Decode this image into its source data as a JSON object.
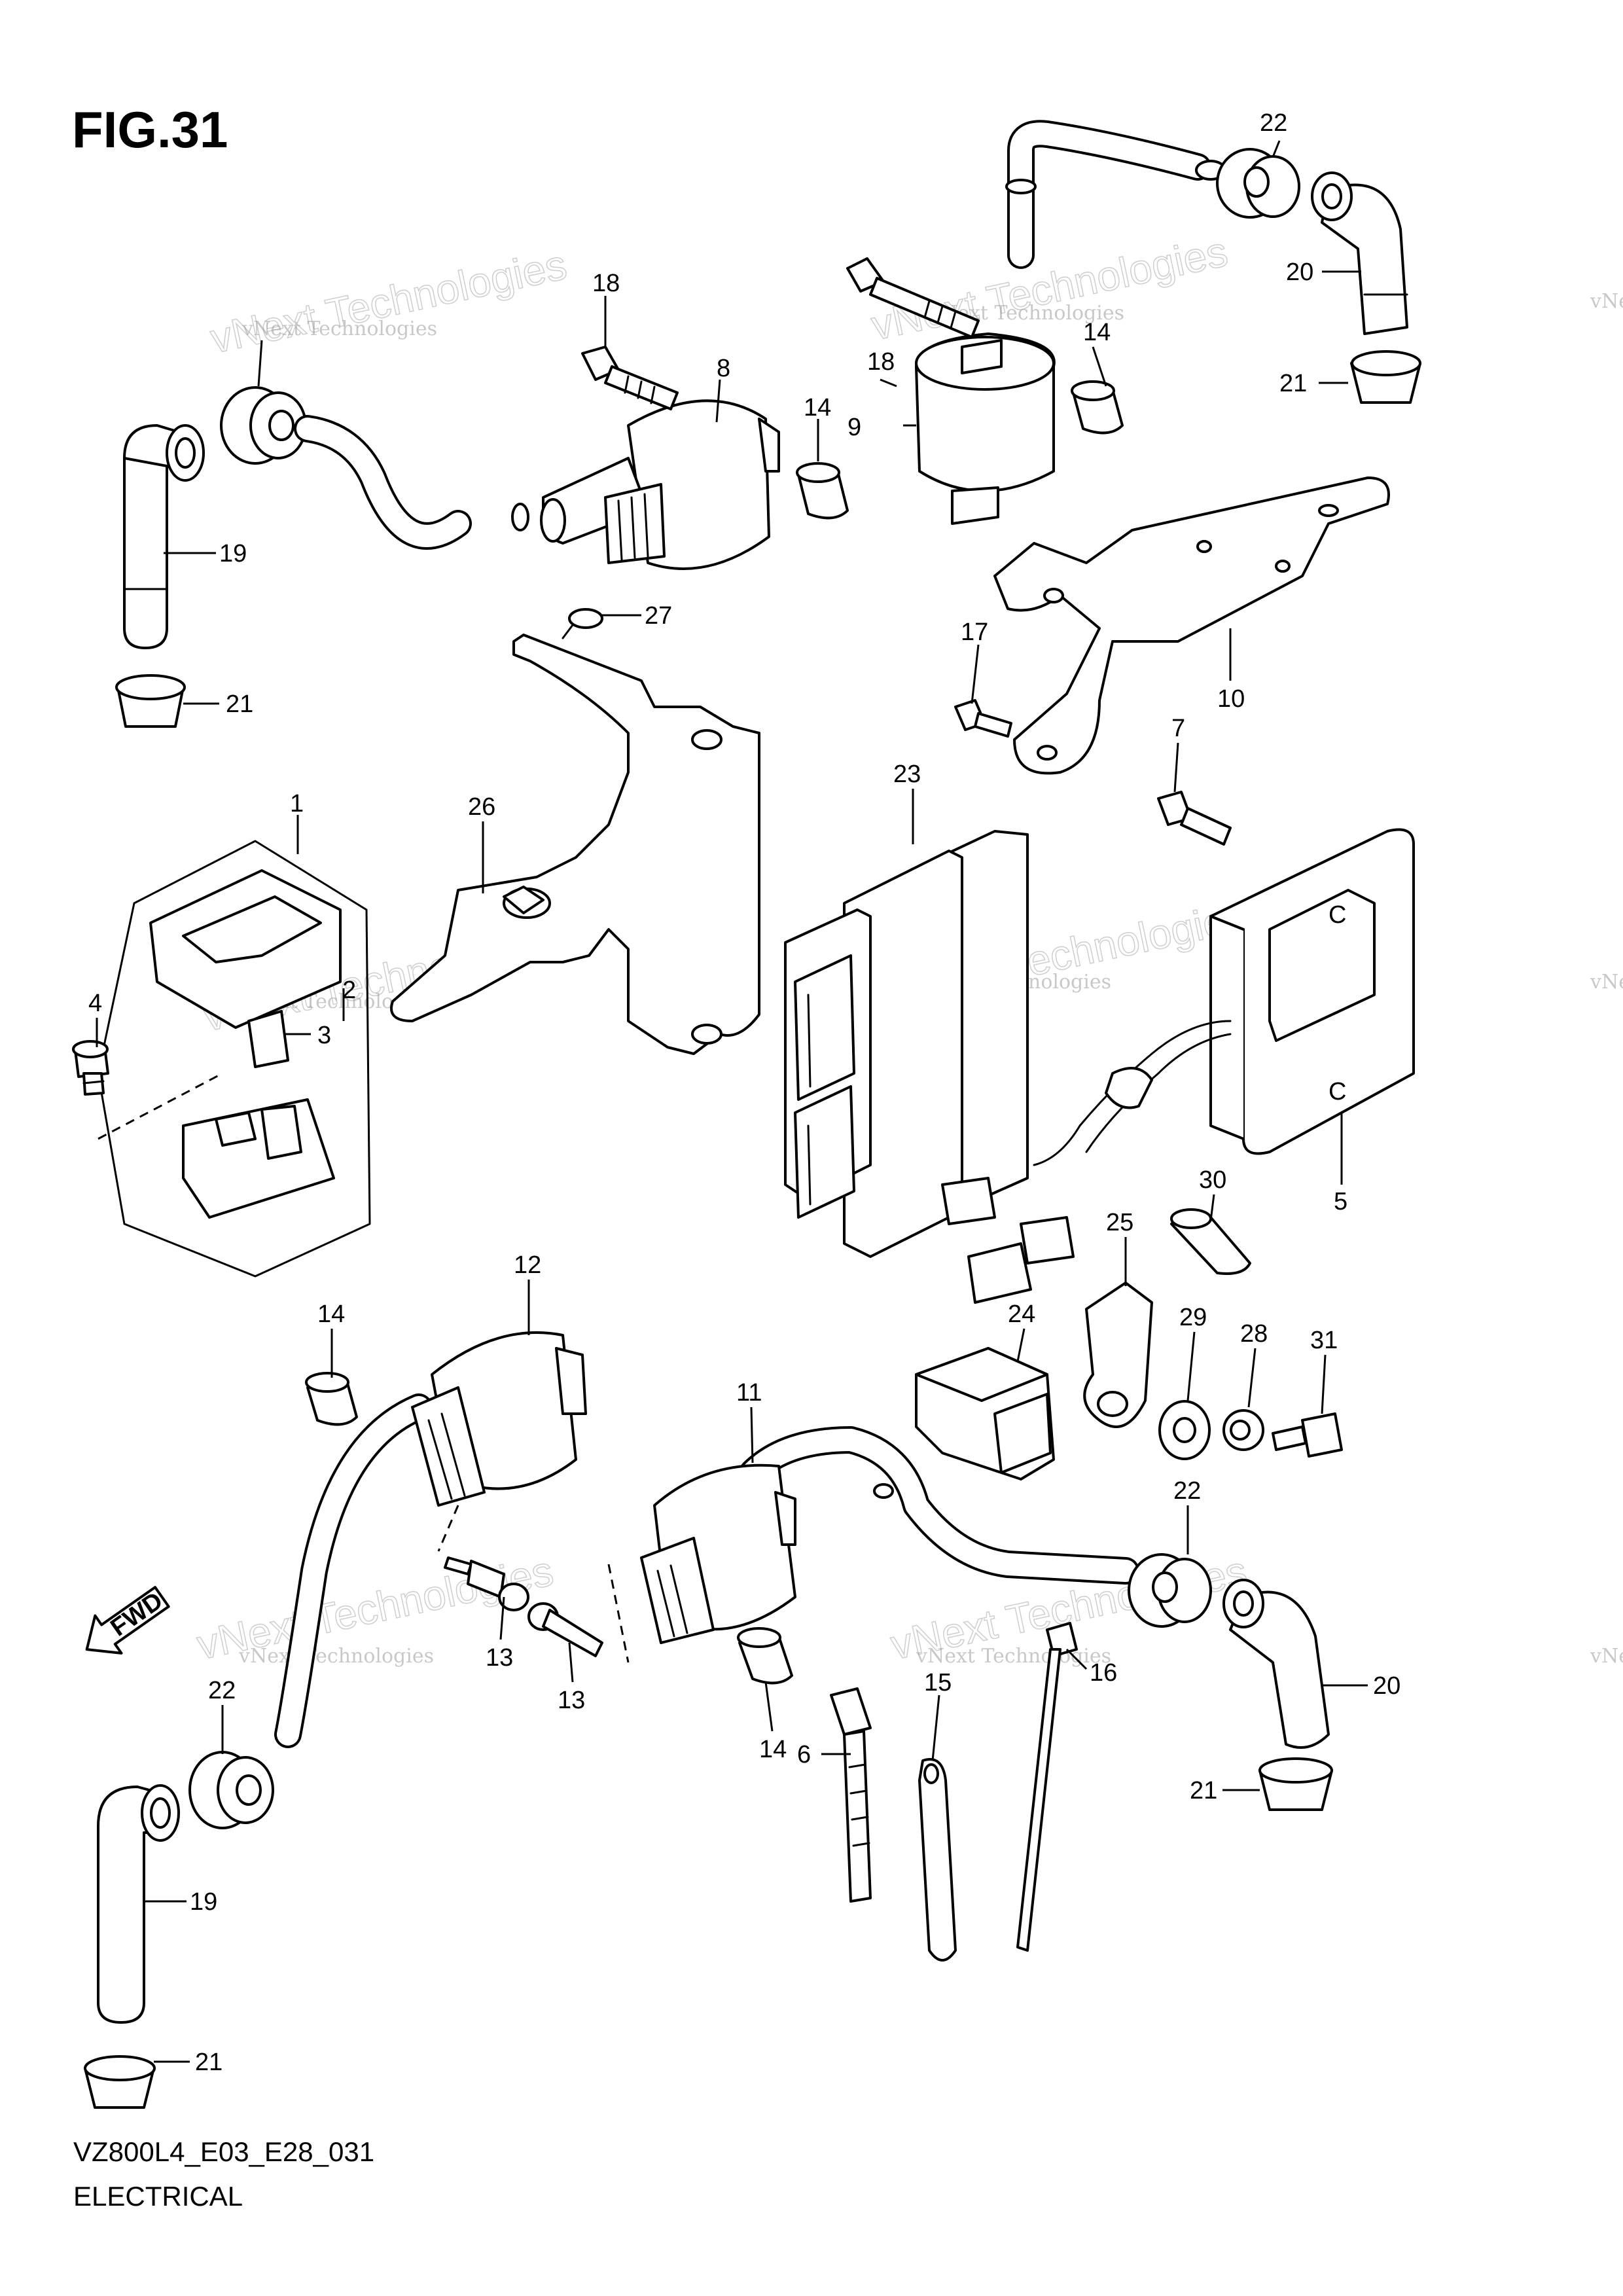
{
  "figure": {
    "title": "FIG.31",
    "code": "VZ800L4_E03_E28_031",
    "caption": "ELECTRICAL"
  },
  "watermark": {
    "small": "vNext Technologies",
    "large": "vNext Technologies",
    "edge": "vNe"
  },
  "fwd_label": "FWD",
  "callouts": [
    "22",
    "18",
    "8",
    "14",
    "9",
    "20",
    "21",
    "19",
    "21",
    "27",
    "17",
    "10",
    "7",
    "23",
    "1",
    "26",
    "2",
    "3",
    "4",
    "5",
    "30",
    "25",
    "29",
    "28",
    "31",
    "12",
    "14",
    "24",
    "11",
    "22",
    "13",
    "13",
    "14",
    "15",
    "16",
    "6",
    "20",
    "21",
    "22",
    "19",
    "21",
    "18",
    "14"
  ]
}
